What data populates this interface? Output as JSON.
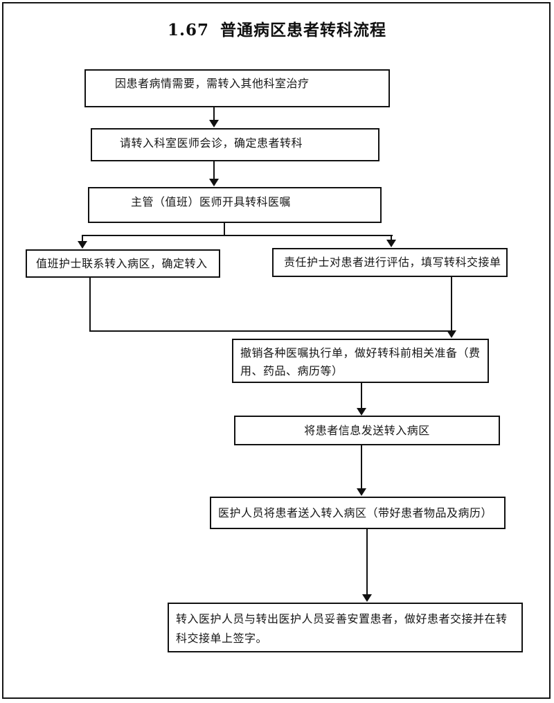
{
  "page": {
    "title": "1.67 普通病区患者转科流程"
  },
  "flowchart": {
    "nodes": {
      "n1": {
        "id": "n1",
        "text": "因患者病情需要，需转入其他科室治疗"
      },
      "n2": {
        "id": "n2",
        "text": "请转入科室医师会诊，确定患者转科"
      },
      "n3": {
        "id": "n3",
        "text": "主管（值班）医师开具转科医嘱"
      },
      "n4": {
        "id": "n4",
        "text": "值班护士联系转入病区，确定转入"
      },
      "n5": {
        "id": "n5",
        "text": "责任护士对患者进行评估，填写转科交接单"
      },
      "n6": {
        "id": "n6",
        "lines": [
          "撤销各种医嘱执行单，做好转科前相关准备（费",
          "用、药品、病历等）"
        ]
      },
      "n7": {
        "id": "n7",
        "text": "将患者信息发送转入病区"
      },
      "n8": {
        "id": "n8",
        "text": "医护人员将患者送入转入病区（带好患者物品及病历）"
      },
      "n9": {
        "id": "n9",
        "lines": [
          "转入医护人员与转出医护人员妥善安置患者，做好患者交接并在转",
          "科交接单上签字。"
        ]
      }
    },
    "edges": [
      {
        "from": "n1",
        "to": "n2",
        "style": "arrow-down"
      },
      {
        "from": "n2",
        "to": "n3",
        "style": "arrow-down"
      },
      {
        "from": "n3",
        "to": "n4",
        "style": "branch-arrow-down"
      },
      {
        "from": "n3",
        "to": "n5",
        "style": "branch-arrow-down"
      },
      {
        "from": "n4",
        "to": "n6",
        "style": "elbow-merge-arrow"
      },
      {
        "from": "n5",
        "to": "n6",
        "style": "arrow-down"
      },
      {
        "from": "n6",
        "to": "n7",
        "style": "arrow-down"
      },
      {
        "from": "n7",
        "to": "n8",
        "style": "arrow-down"
      },
      {
        "from": "n8",
        "to": "n9",
        "style": "arrow-down"
      }
    ]
  },
  "colors": {
    "ink": "#111111",
    "background": "#ffffff"
  }
}
